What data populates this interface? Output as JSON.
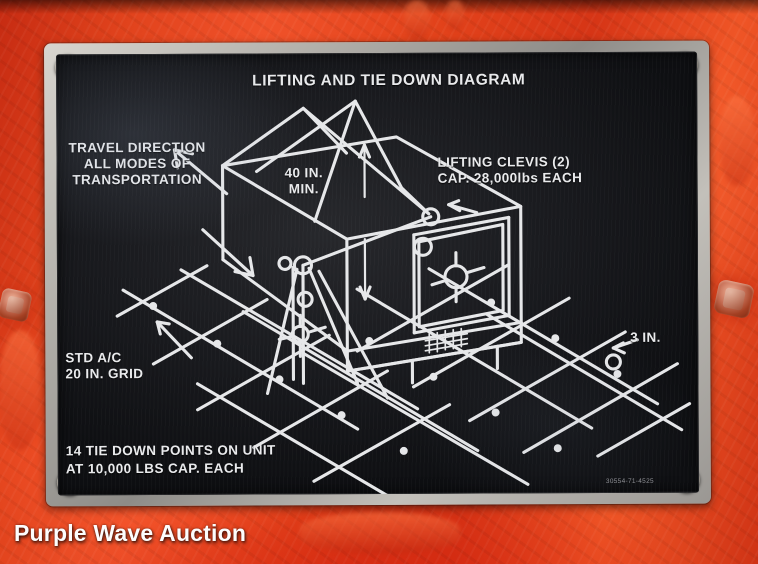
{
  "plate": {
    "title": "LIFTING AND TIE DOWN DIAGRAM",
    "travel_direction": "TRAVEL DIRECTION\nALL MODES OF\nTRANSPORTATION",
    "height_min": "40 IN.\nMIN.",
    "lifting_clevis": "LIFTING CLEVIS (2)\nCAP. 28,000lbs EACH",
    "grid_note": "STD A/C\n20 IN. GRID",
    "three_in": "3 IN.",
    "tie_down_note": "14 TIE DOWN POINTS ON UNIT\nAT 10,000 LBS CAP. EACH",
    "part_number": "30554-71-4525"
  },
  "watermark": {
    "text": "Purple Wave Auction"
  },
  "colors": {
    "panel_red": "#e0421c",
    "plate_metal": "#b6b3ad",
    "plate_face": "#191a1e",
    "plate_ink": "#e9eaec",
    "watermark": "#fdfdfd"
  }
}
